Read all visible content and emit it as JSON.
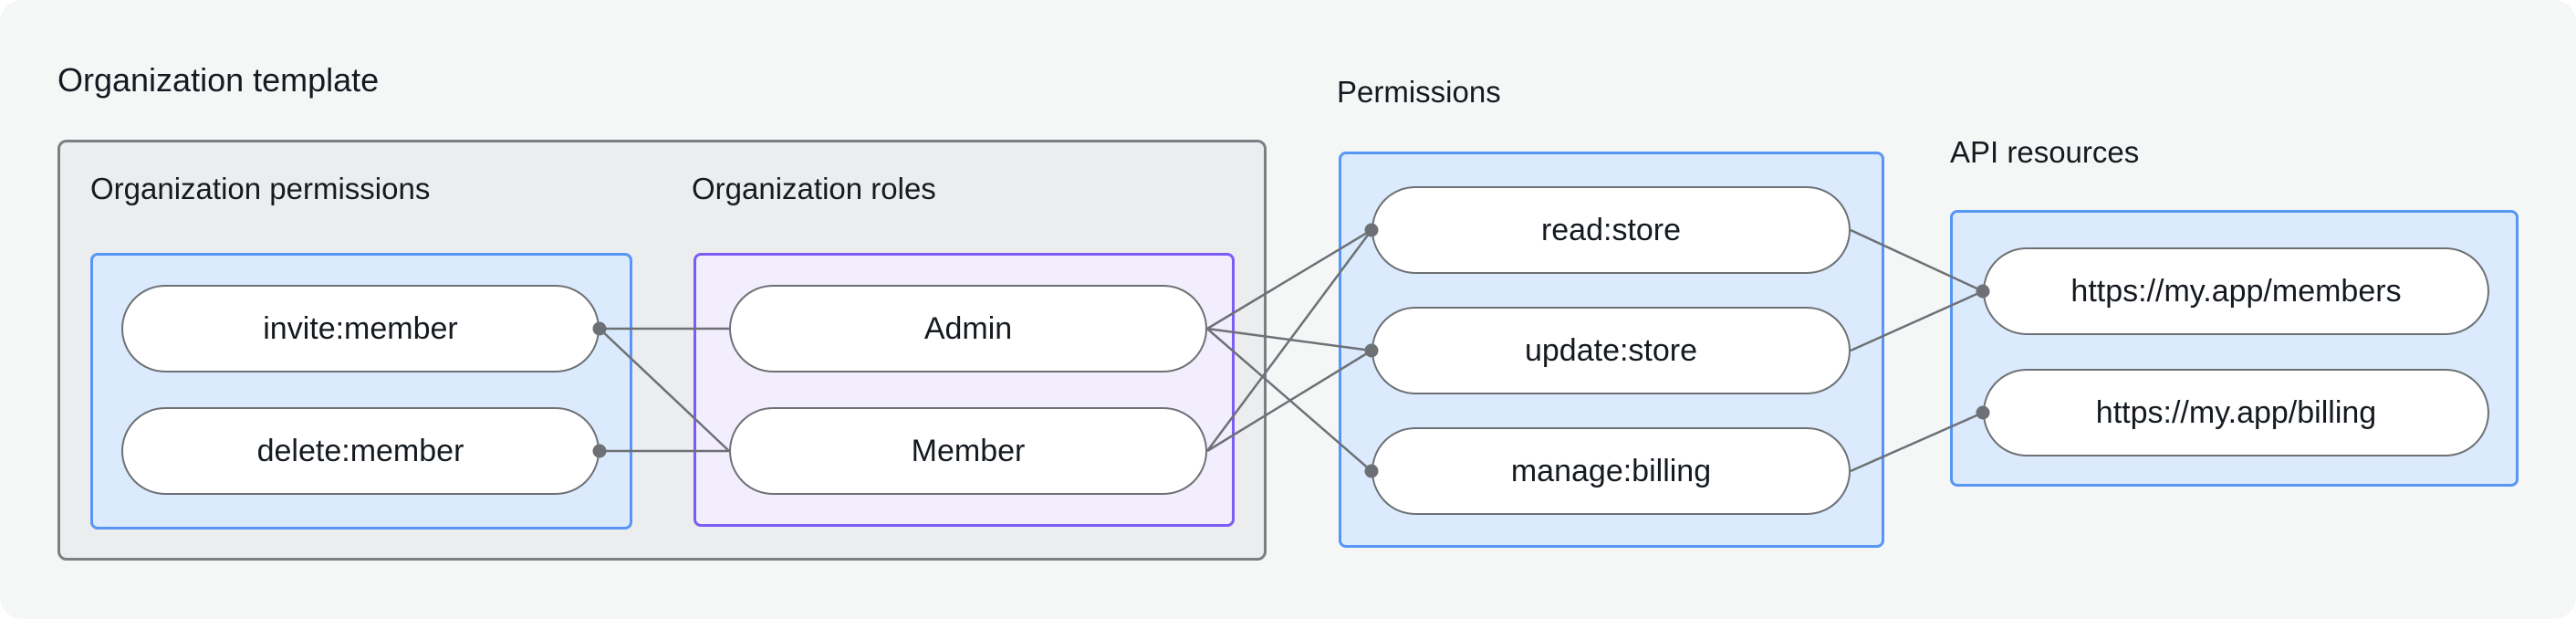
{
  "colors": {
    "background": "#f5f7f7",
    "outer_background": "#ffffff",
    "container_fill": "#ebedee",
    "container_border": "#7a7f83",
    "blue_fill": "#dbeafc",
    "blue_border": "#5896f5",
    "purple_fill": "#f3eefd",
    "purple_border": "#7d5cf5",
    "pill_fill": "#ffffff",
    "pill_border": "#6d7175",
    "connector": "#6d7175",
    "text": "#151a20"
  },
  "diagram": {
    "template_group": {
      "title": "Organization template",
      "org_permissions": {
        "title": "Organization permissions",
        "items": [
          {
            "label": "invite:member"
          },
          {
            "label": "delete:member"
          }
        ]
      },
      "org_roles": {
        "title": "Organization roles",
        "items": [
          {
            "label": "Admin"
          },
          {
            "label": "Member"
          }
        ]
      }
    },
    "permissions_group": {
      "title": "Permissions",
      "items": [
        {
          "label": "read:store"
        },
        {
          "label": "update:store"
        },
        {
          "label": "manage:billing"
        }
      ]
    },
    "api_resources_group": {
      "title": "API resources",
      "items": [
        {
          "label": "https://my.app/members"
        },
        {
          "label": "https://my.app/billing"
        }
      ]
    },
    "edges": [
      {
        "from": "invite:member",
        "to": "Admin"
      },
      {
        "from": "invite:member",
        "to": "Member"
      },
      {
        "from": "delete:member",
        "to": "Member"
      },
      {
        "from": "Admin",
        "to": "read:store"
      },
      {
        "from": "Admin",
        "to": "update:store"
      },
      {
        "from": "Admin",
        "to": "manage:billing"
      },
      {
        "from": "Member",
        "to": "read:store"
      },
      {
        "from": "Member",
        "to": "update:store"
      },
      {
        "from": "read:store",
        "to": "https://my.app/members"
      },
      {
        "from": "update:store",
        "to": "https://my.app/members"
      },
      {
        "from": "manage:billing",
        "to": "https://my.app/billing"
      }
    ]
  }
}
